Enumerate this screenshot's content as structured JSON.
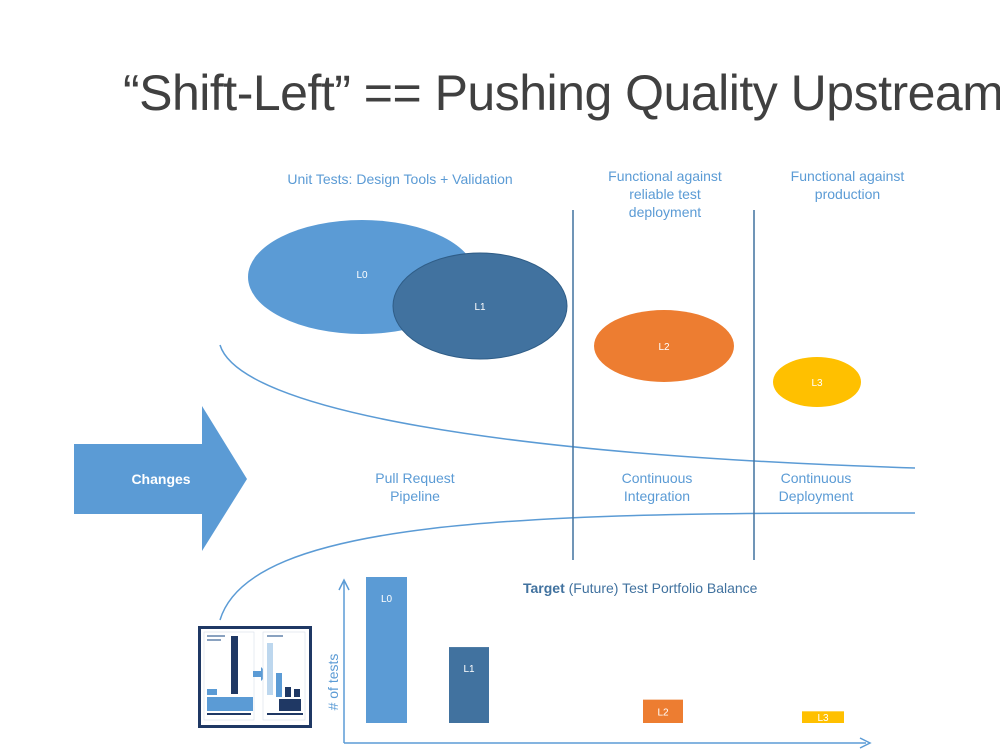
{
  "title": "“Shift-Left” == Pushing Quality Upstream",
  "headers": {
    "unit_tests": "Unit Tests: Design Tools + Validation",
    "functional_test": [
      "Functional against",
      "reliable test",
      "deployment"
    ],
    "functional_prod": [
      "Functional against",
      "production"
    ]
  },
  "ellipses": {
    "l0": "L0",
    "l1": "L1",
    "l2": "L2",
    "l3": "L3"
  },
  "arrow": {
    "label": "Changes"
  },
  "stages": {
    "pr": [
      "Pull Request",
      "Pipeline"
    ],
    "ci": [
      "Continuous",
      "Integration"
    ],
    "cd": [
      "Continuous",
      "Deployment"
    ]
  },
  "portfolio": {
    "title_bold": "Target",
    "title_rest": " (Future) Test Portfolio Balance",
    "ylabel": "# of tests"
  },
  "chart_data": {
    "type": "bar",
    "title": "Target (Future) Test Portfolio Balance",
    "ylabel": "# of tests",
    "xlabel": "",
    "categories": [
      "L0",
      "L1",
      "L2",
      "L3"
    ],
    "values": [
      100,
      52,
      16,
      8
    ],
    "colors": [
      "#5b9bd5",
      "#41729f",
      "#ed7d31",
      "#ffc000"
    ]
  },
  "colors": {
    "blue": "#5b9bd5",
    "dark_blue": "#41729f",
    "orange": "#ed7d31",
    "yellow": "#ffc000",
    "title": "#404040"
  }
}
